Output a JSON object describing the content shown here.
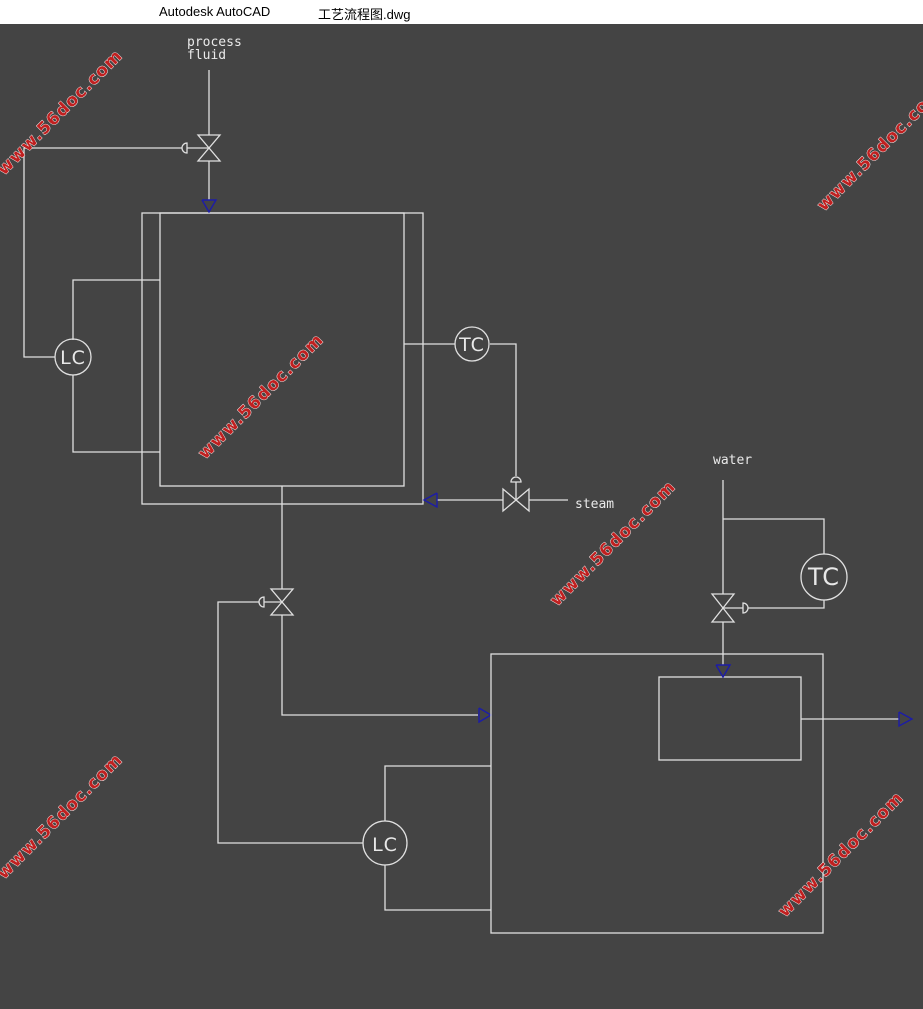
{
  "window": {
    "app_name": "Autodesk AutoCAD",
    "document_name": "工艺流程图.dwg"
  },
  "drawing": {
    "labels": {
      "process_line1": "process",
      "process_line2": "fluid",
      "steam": "steam",
      "water": "water"
    },
    "instruments": {
      "lc_1": "LC",
      "tc_1": "TC",
      "tc_2": "TC",
      "lc_2": "LC"
    },
    "watermark": "www.56doc.com"
  },
  "colors": {
    "canvas_background": "#444444",
    "line": "#e0e0e0",
    "flow_arrow": "#1c1ca8",
    "watermark": "#c02020"
  }
}
